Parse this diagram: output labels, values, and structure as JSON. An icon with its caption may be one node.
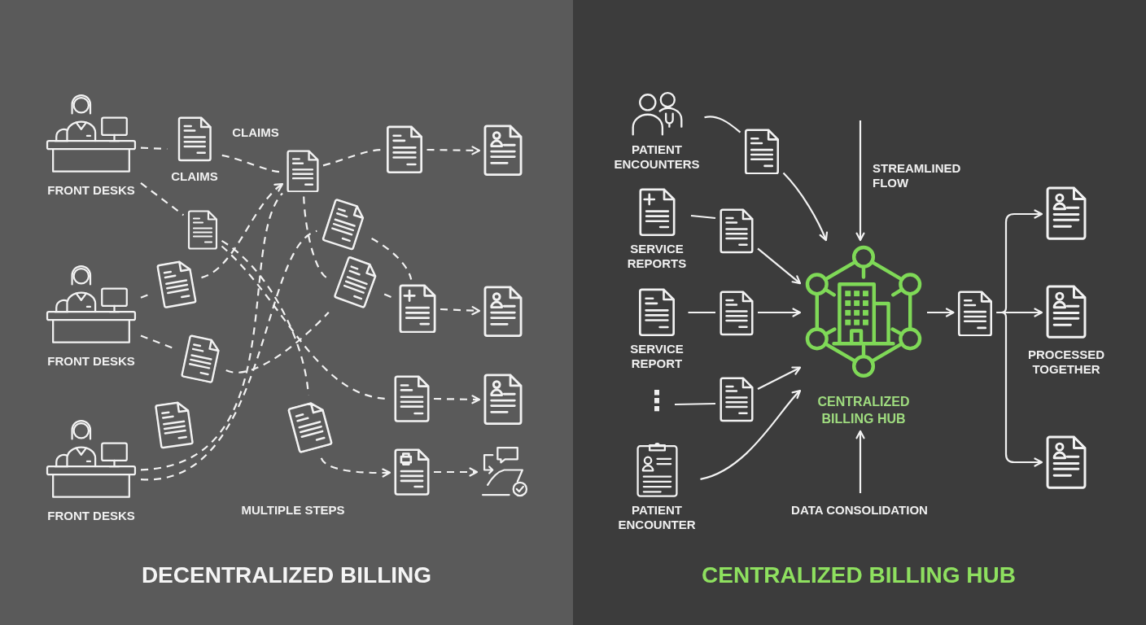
{
  "diagram": {
    "nodes": [
      {
        "text": [
          "DECENTRALIZED BILLING"
        ]
      },
      {
        "text": [
          "FRONT DESKS"
        ],
        "in": 0
      },
      {
        "text": [
          "CLAIMS"
        ],
        "in": 0
      },
      {
        "text": [],
        "shape": "document",
        "in": 0
      },
      {
        "text": [],
        "shape": "document",
        "in": 0
      },
      {
        "text": [],
        "shape": "document",
        "in": 0
      },
      {
        "text": [],
        "shape": "document",
        "in": 0
      },
      {
        "text": [
          "FRONT DESKS"
        ],
        "in": 0
      },
      {
        "text": [],
        "shape": "document",
        "in": 0
      },
      {
        "text": [],
        "shape": "document",
        "in": 0
      },
      {
        "text": [],
        "shape": "document",
        "in": 0
      },
      {
        "text": [],
        "shape": "document",
        "in": 0
      },
      {
        "text": [],
        "shape": "document",
        "in": 0
      },
      {
        "text": [],
        "shape": "document",
        "in": 0
      },
      {
        "text": [],
        "shape": "document",
        "in": 0
      },
      {
        "text": [],
        "shape": "document",
        "in": 0
      },
      {
        "text": [
          "FRONT DESKS"
        ],
        "in": 0
      },
      {
        "text": [],
        "shape": "document",
        "in": 0
      },
      {
        "text": [],
        "shape": "document",
        "in": 0
      },
      {
        "text": [],
        "shape": "document",
        "in": 0
      },
      {
        "text": [],
        "shape": "picture",
        "in": 0
      },
      {
        "text": [
          "CENTRALIZED BILLING HUB"
        ]
      },
      {
        "text": [
          "PATIENT ENCOUNTERS"
        ],
        "in": 21
      },
      {
        "text": [],
        "shape": "document",
        "in": 21
      },
      {
        "text": [
          "SERVICE REPORTS"
        ],
        "in": 21
      },
      {
        "text": [],
        "shape": "document",
        "in": 21
      },
      {
        "text": [
          "SERVICE REPORT"
        ],
        "in": 21
      },
      {
        "text": [],
        "shape": "document",
        "in": 21
      },
      {
        "text": [
          "⋮"
        ],
        "in": 21
      },
      {
        "text": [],
        "shape": "document",
        "in": 21
      },
      {
        "text": [
          "PATIENT ENCOUNTER"
        ],
        "in": 21
      },
      {
        "text": [
          "CENTRALIZED BILLING HUB"
        ],
        "in": 21
      },
      {
        "text": [],
        "shape": "document",
        "in": 21
      },
      {
        "text": [],
        "shape": "document",
        "in": 21
      },
      {
        "text": [],
        "shape": "document",
        "in": 21
      },
      {
        "text": [],
        "shape": "document",
        "in": 21
      }
    ],
    "edges": [
      {
        "from": 1,
        "to": 2,
        "arrow": "none",
        "style": "dashed"
      },
      {
        "from": 1,
        "to": 4,
        "arrow": "none",
        "style": "dashed"
      },
      {
        "from": 2,
        "to": 3,
        "arrow": "none",
        "style": "dashed"
      },
      {
        "from": 3,
        "to": 5,
        "arrow": "none",
        "style": "dashed"
      },
      {
        "from": 5,
        "to": 6,
        "arrow": "to",
        "style": "dashed"
      },
      {
        "from": 7,
        "to": 8,
        "arrow": "none",
        "style": "dashed"
      },
      {
        "from": 8,
        "to": 3,
        "arrow": "to",
        "style": "dashed"
      },
      {
        "from": 7,
        "to": 13,
        "arrow": "none",
        "style": "dashed"
      },
      {
        "from": 4,
        "to": 18,
        "arrow": "none",
        "style": "dashed"
      },
      {
        "from": 4,
        "to": 14,
        "arrow": "none",
        "style": "dashed"
      },
      {
        "from": 16,
        "to": 3,
        "arrow": "none",
        "style": "dashed"
      },
      {
        "from": 16,
        "to": 9,
        "arrow": "none",
        "style": "dashed"
      },
      {
        "from": 13,
        "to": 10,
        "arrow": "none",
        "style": "dashed"
      },
      {
        "from": 3,
        "to": 10,
        "arrow": "none",
        "style": "dashed"
      },
      {
        "from": 9,
        "to": 11,
        "arrow": "none",
        "style": "dashed"
      },
      {
        "from": 10,
        "to": 11,
        "arrow": "none",
        "style": "dashed"
      },
      {
        "from": 11,
        "to": 12,
        "arrow": "to",
        "style": "dashed"
      },
      {
        "from": 14,
        "to": 15,
        "arrow": "to",
        "style": "dashed"
      },
      {
        "from": 18,
        "to": 19,
        "arrow": "to",
        "style": "dashed"
      },
      {
        "from": 19,
        "to": 20,
        "arrow": "to",
        "style": "dashed"
      },
      {
        "from": 22,
        "to": 23,
        "arrow": "none"
      },
      {
        "from": 23,
        "to": 31,
        "arrow": "to"
      },
      {
        "from": 24,
        "to": 25,
        "arrow": "none"
      },
      {
        "from": 25,
        "to": 31,
        "arrow": "to"
      },
      {
        "from": 26,
        "to": 27,
        "arrow": "none"
      },
      {
        "from": 27,
        "to": 31,
        "arrow": "to"
      },
      {
        "from": 28,
        "to": 29,
        "arrow": "none"
      },
      {
        "from": 29,
        "to": 31,
        "arrow": "to"
      },
      {
        "from": 30,
        "to": 31,
        "arrow": "to"
      },
      {
        "from": null,
        "to": 31,
        "arrow": "to",
        "label": "STREAMLINED FLOW"
      },
      {
        "from": null,
        "to": 31,
        "arrow": "to",
        "label": "DATA CONSOLIDATION"
      },
      {
        "from": 31,
        "to": 32,
        "arrow": "to"
      },
      {
        "from": 32,
        "to": 33,
        "arrow": "to"
      },
      {
        "from": 32,
        "to": 34,
        "arrow": "to"
      },
      {
        "from": 32,
        "to": 35,
        "arrow": "to"
      }
    ],
    "labels": [
      "CLAIMS",
      "MULTIPLE STEPS",
      "PROCESSED TOGETHER"
    ]
  }
}
